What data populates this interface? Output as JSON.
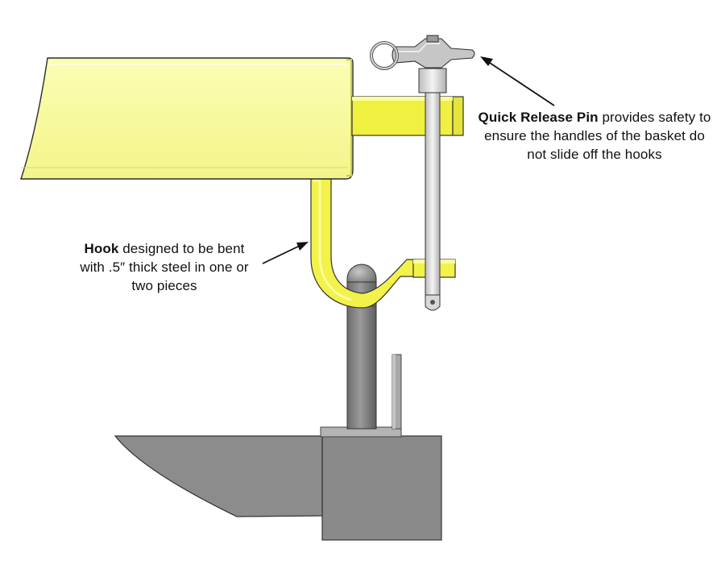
{
  "colors": {
    "yellow_face": "#f4f45a",
    "yellow_light": "#fafca0",
    "yellow_dark": "#c8c83a",
    "steel_dark": "#707070",
    "steel_mid": "#8a8a8a",
    "steel_light": "#a8a8a8",
    "pin_light": "#e6e6e6",
    "outline": "#2a2a2a"
  },
  "callouts": {
    "pin": {
      "bold": "Quick Release Pin",
      "rest": " provides safety to ensure the handles of the basket do not slide off the hooks"
    },
    "hook": {
      "bold": "Hook",
      "rest": " designed to be bent with .5″ thick steel in one or two pieces"
    }
  },
  "icons": [
    "quick-release-pin-icon",
    "hook-icon",
    "basket-handle-icon",
    "steel-post-icon",
    "mounting-base-icon"
  ]
}
